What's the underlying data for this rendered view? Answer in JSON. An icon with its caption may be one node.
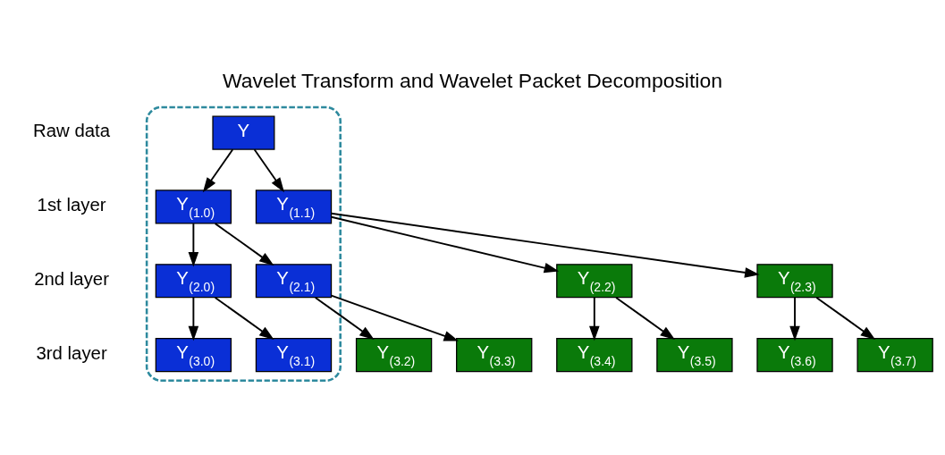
{
  "diagram": {
    "title": "Wavelet Transform and Wavelet Packet Decomposition",
    "nodes": [
      {
        "text": [],
        "shape": "box"
      },
      {
        "text": [
          "Y"
        ],
        "in": 0
      },
      {
        "text": [
          "Y$_{(1.0)}$"
        ],
        "in": 0
      },
      {
        "text": [
          "Y$_{(1.1)}$"
        ],
        "in": 0
      },
      {
        "text": [
          "Y$_{(2.0)}$"
        ],
        "in": 0
      },
      {
        "text": [
          "Y$_{(2.1)}$"
        ],
        "in": 0
      },
      {
        "text": [
          "Y$_{(2.2)}$"
        ]
      },
      {
        "text": [
          "Y$_{(2.3)}$"
        ]
      },
      {
        "text": [
          "Y$_{(3.0)}$"
        ],
        "in": 0
      },
      {
        "text": [
          "Y$_{(3.1)}$"
        ],
        "in": 0
      },
      {
        "text": [
          "Y$_{(3.2)}$"
        ]
      },
      {
        "text": [
          "Y$_{(3.3)}$"
        ]
      },
      {
        "text": [
          "Y$_{(3.4)}$"
        ]
      },
      {
        "text": [
          "Y$_{(3.5)}$"
        ]
      },
      {
        "text": [
          "Y$_{(3.6)}$"
        ]
      },
      {
        "text": [
          "Y$_{(3.7)}$"
        ]
      }
    ],
    "edges": [
      {
        "from": 1,
        "to": 2,
        "arrow": "to"
      },
      {
        "from": 1,
        "to": 3,
        "arrow": "to"
      },
      {
        "from": 2,
        "to": 4,
        "arrow": "to"
      },
      {
        "from": 2,
        "to": 5,
        "arrow": "to"
      },
      {
        "from": 3,
        "to": 6,
        "arrow": "to"
      },
      {
        "from": 3,
        "to": 7,
        "arrow": "to"
      },
      {
        "from": 4,
        "to": 8,
        "arrow": "to"
      },
      {
        "from": 4,
        "to": 9,
        "arrow": "to"
      },
      {
        "from": 5,
        "to": 10,
        "arrow": "to"
      },
      {
        "from": 5,
        "to": 11,
        "arrow": "to"
      },
      {
        "from": 6,
        "to": 12,
        "arrow": "to"
      },
      {
        "from": 6,
        "to": 13,
        "arrow": "to"
      },
      {
        "from": 7,
        "to": 14,
        "arrow": "to"
      },
      {
        "from": 7,
        "to": 15,
        "arrow": "to"
      }
    ],
    "labels": [
      "Raw data",
      "1st layer",
      "2nd layer",
      "3rd layer"
    ]
  }
}
